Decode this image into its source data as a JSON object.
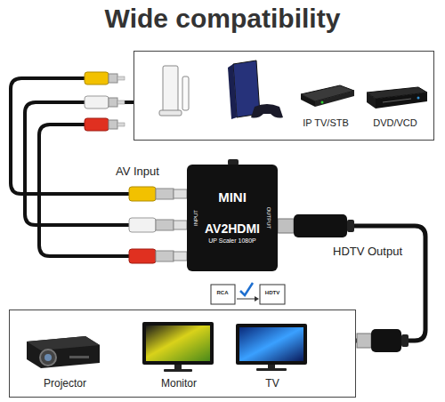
{
  "diagram": {
    "title": "Wide compatibility",
    "nodes": [
      {
        "text": [
          "IP TV/STB",
          "DVD/VCD"
        ]
      },
      {
        "text": [
          "MINI",
          "AV2HDMI",
          "UP Scaler 1080P",
          "INPUT",
          "OUTPUT"
        ]
      },
      {
        "text": [
          "Projector",
          "Monitor",
          "TV"
        ]
      }
    ],
    "edges": [
      {
        "from": 0,
        "to": 1,
        "label": "AV Input",
        "arrow": "none"
      },
      {
        "from": 1,
        "to": 2,
        "label": "HDTV Output",
        "arrow": "none"
      }
    ],
    "labels": [
      "RCA",
      "HDTV"
    ]
  }
}
